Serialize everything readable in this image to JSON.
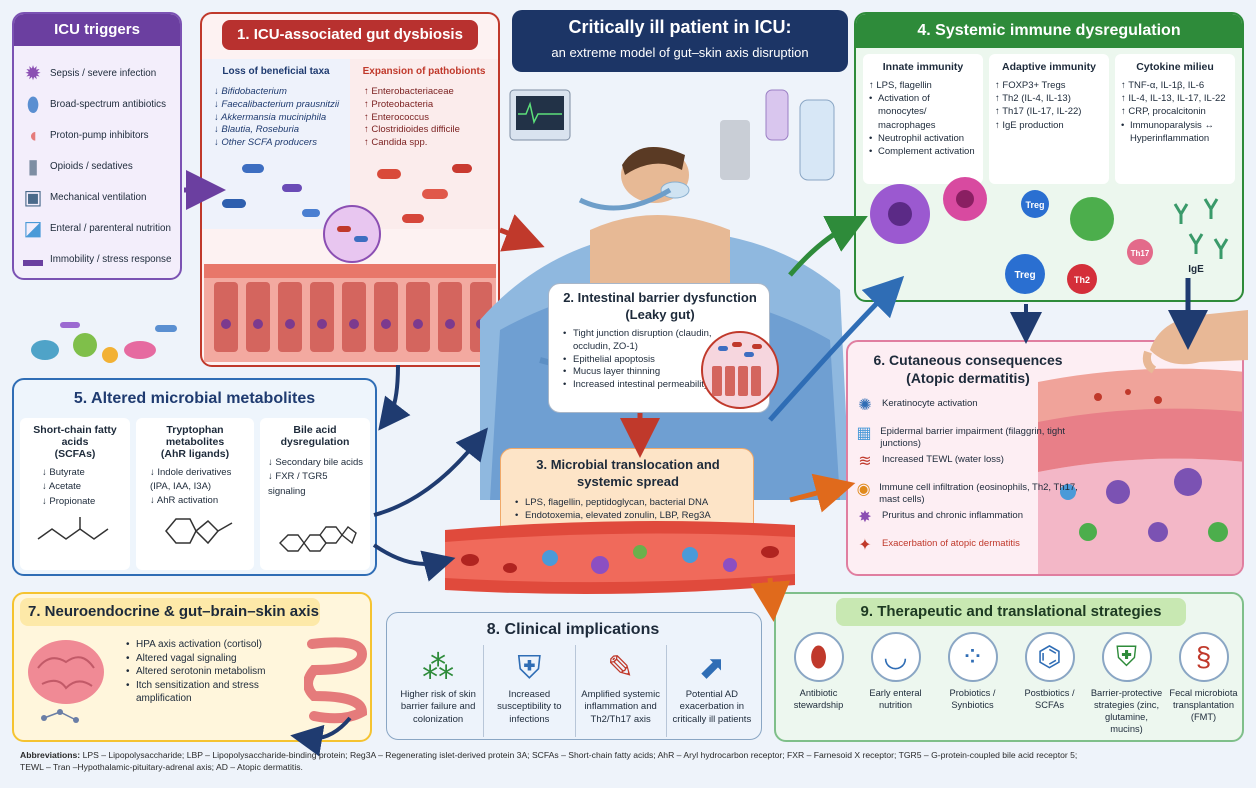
{
  "icu_triggers": {
    "title": "ICU triggers",
    "items": [
      {
        "icon": "virus-icon",
        "label": "Sepsis / severe infection"
      },
      {
        "icon": "pill-icon",
        "label": "Broad-spectrum antibiotics"
      },
      {
        "icon": "stomach-icon",
        "label": "Proton-pump inhibitors"
      },
      {
        "icon": "vial-icon",
        "label": "Opioids / sedatives"
      },
      {
        "icon": "ventilator-icon",
        "label": "Mechanical ventilation"
      },
      {
        "icon": "iv-bag-icon",
        "label": "Enteral / parenteral nutrition"
      },
      {
        "icon": "bed-icon",
        "label": "Immobility / stress response"
      }
    ]
  },
  "dysbiosis": {
    "title": "1. ICU-associated gut dysbiosis",
    "loss_title": "Loss of beneficial taxa",
    "loss_items": [
      "↓ Bifidobacterium",
      "↓ Faecalibacterium prausnitzii",
      "↓ Akkermansia muciniphila",
      "↓ Blautia, Roseburia",
      "↓ Other SCFA producers"
    ],
    "gain_title": "Expansion of pathobionts",
    "gain_items": [
      "↑ Enterobacteriaceae",
      "↑ Proteobacteria",
      "↑ Enterococcus",
      "↑ Clostridioides difficile",
      "↑ Candida spp."
    ]
  },
  "center": {
    "title_line1": "Critically ill patient in ICU:",
    "title_line2": "an extreme model of gut–skin axis disruption"
  },
  "barrier": {
    "title_line1": "2. Intestinal barrier dysfunction",
    "title_line2": "(Leaky gut)",
    "items": [
      "Tight junction disruption (claudin, occludin, ZO-1)",
      "Epithelial apoptosis",
      "Mucus layer thinning",
      "Increased intestinal permeability"
    ]
  },
  "translocation": {
    "title_line1": "3. Microbial translocation and",
    "title_line2": "systemic spread",
    "items": [
      "LPS, flagellin, peptidoglycan, bacterial DNA",
      "Endotoxemia, elevated zonulin, LBP, Reg3A"
    ]
  },
  "immune": {
    "title": "4. Systemic immune dysregulation",
    "columns": [
      {
        "title": "Innate immunity",
        "items": [
          "↑ LPS, flagellin",
          "Activation of monocytes/ macrophages",
          "Neutrophil activation",
          "Complement activation"
        ],
        "bullet_from": 1
      },
      {
        "title": "Adaptive immunity",
        "items": [
          "↑ FOXP3+ Tregs",
          "↑ Th2 (IL-4, IL-13)",
          "↑ Th17 (IL-17, IL-22)",
          "↑ IgE production"
        ],
        "bullet_from": 99
      },
      {
        "title": "Cytokine milieu",
        "items": [
          "↑ TNF-α, IL-1β, IL-6",
          "↑ IL-4, IL-13, IL-17, IL-22",
          "↑ CRP, procalcitonin",
          "Immunoparalysis ↔ Hyperinflammation"
        ],
        "bullet_from": 3
      }
    ],
    "cells": [
      "Treg",
      "Treg",
      "Th17",
      "Th2",
      "IgE"
    ]
  },
  "metabolites": {
    "title": "5. Altered microbial metabolites",
    "col1_title_line1": "Short-chain fatty acids",
    "col1_title_line2": "(SCFAs)",
    "col1_items": [
      "↓ Butyrate",
      "↓ Acetate",
      "↓ Propionate"
    ],
    "col2_title_line1": "Tryptophan metabolites",
    "col2_title_line2": "(AhR ligands)",
    "col2_items": [
      "↓ Indole derivatives (IPA, IAA, I3A)",
      "↓ AhR activation"
    ],
    "col3_title": "Bile acid dysregulation",
    "col3_items": [
      "↓ Secondary bile acids",
      "↓ FXR / TGR5 signaling"
    ]
  },
  "cutaneous": {
    "title_line1": "6. Cutaneous consequences",
    "title_line2": "(Atopic dermatitis)",
    "items": [
      {
        "icon": "keratinocyte-icon",
        "label": "Keratinocyte activation"
      },
      {
        "icon": "barrier-icon",
        "label": "Epidermal barrier impairment (filaggrin, tight junctions)"
      },
      {
        "icon": "tewl-icon",
        "label": "Increased TEWL (water loss)"
      },
      {
        "icon": "immune-cell-icon",
        "label": "Immune cell infiltration (eosinophils, Th2, Th17, mast cells)"
      },
      {
        "icon": "inflammation-icon",
        "label": "Pruritus and chronic inflammation"
      },
      {
        "icon": "flare-icon",
        "label": "Exacerbation of atopic dermatitis"
      }
    ]
  },
  "neuro": {
    "title": "7. Neuroendocrine & gut–brain–skin axis",
    "items": [
      "HPA axis activation (cortisol)",
      "Altered vagal signaling",
      "Altered serotonin metabolism",
      "Itch sensitization and stress amplification"
    ]
  },
  "clinical": {
    "title": "8. Clinical implications",
    "items": [
      {
        "icon": "skin-bacteria-icon",
        "label": "Higher risk of skin barrier failure and colonization"
      },
      {
        "icon": "shield-icon",
        "label": "Increased susceptibility to infections"
      },
      {
        "icon": "syringe-icon",
        "label": "Amplified systemic inflammation and Th2/Th17 axis"
      },
      {
        "icon": "trend-chart-icon",
        "label": "Potential AD exacerbation in critically ill patients"
      }
    ]
  },
  "therapeutic": {
    "title": "9. Therapeutic and translational strategies",
    "items": [
      {
        "icon": "capsule-icon",
        "label": "Antibiotic stewardship"
      },
      {
        "icon": "bowl-icon",
        "label": "Early enteral nutrition"
      },
      {
        "icon": "probiotic-icon",
        "label": "Probiotics / Synbiotics"
      },
      {
        "icon": "molecule-icon",
        "label": "Postbiotics / SCFAs"
      },
      {
        "icon": "barrier-shield-icon",
        "label": "Barrier-protective strategies (zinc, glutamine, mucins)"
      },
      {
        "icon": "intestine-icon",
        "label": "Fecal microbiota transplantation (FMT)"
      }
    ]
  },
  "abbreviations": {
    "label": "Abbreviations:",
    "line1": "LPS – Lipopolysaccharide; LBP – Lipopolysaccharide-binding protein; Reg3A – Regenerating islet-derived protein 3A; SCFAs – Short-chain fatty acids; AhR – Aryl hydrocarbon receptor; FXR – Farnesoid X receptor; TGR5 – G-protein-coupled bile acid receptor 5;",
    "line2": "TEWL – Tran –Hypothalamic-pituitary-adrenal axis; AD – Atopic dermatitis."
  },
  "colors": {
    "purple": "#6b3fa0",
    "red": "#c0392b",
    "navy": "#1f3b70",
    "green": "#2e8b3a",
    "blue": "#2f6db5",
    "orange": "#e06a1c",
    "yellow": "#f5c330"
  }
}
